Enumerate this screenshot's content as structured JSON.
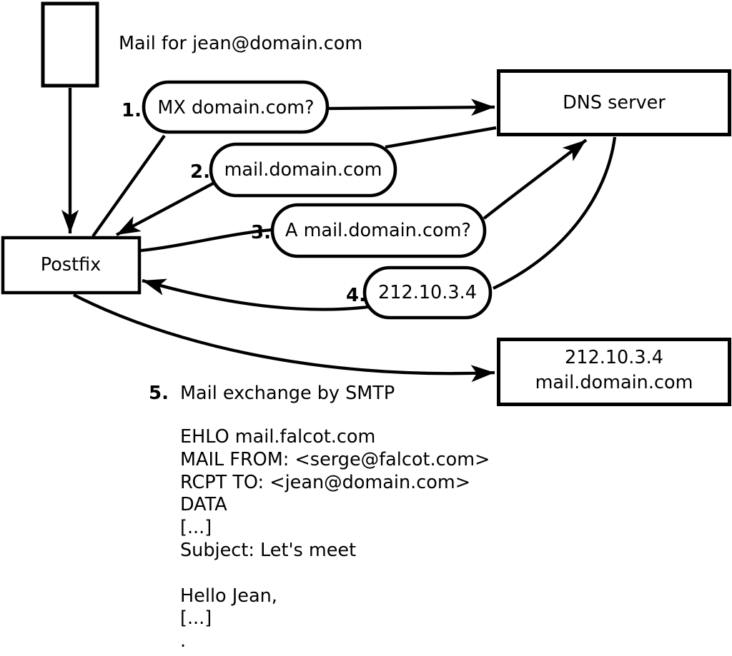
{
  "diagram": {
    "title": "Mail for jean@domain.com",
    "nodes": {
      "postfix": {
        "label": "Postfix"
      },
      "dns_server": {
        "label": "DNS server"
      },
      "mail_server": {
        "ip": "212.10.3.4",
        "hostname": "mail.domain.com"
      }
    },
    "steps": [
      {
        "number": "1.",
        "label": "MX domain.com?"
      },
      {
        "number": "2.",
        "label": "mail.domain.com"
      },
      {
        "number": "3.",
        "label": "A mail.domain.com?"
      },
      {
        "number": "4.",
        "label": "212.10.3.4"
      },
      {
        "number": "5.",
        "label": "Mail exchange by SMTP"
      }
    ],
    "smtp_session": {
      "lines": [
        "EHLO mail.falcot.com",
        "MAIL FROM: <serge@falcot.com>",
        "RCPT TO: <jean@domain.com>",
        "DATA",
        "[...]",
        "Subject: Let's meet",
        "",
        "Hello Jean,",
        "[...]",
        "."
      ]
    },
    "colors": {
      "stroke": "#000000",
      "background": "#ffffff"
    }
  }
}
